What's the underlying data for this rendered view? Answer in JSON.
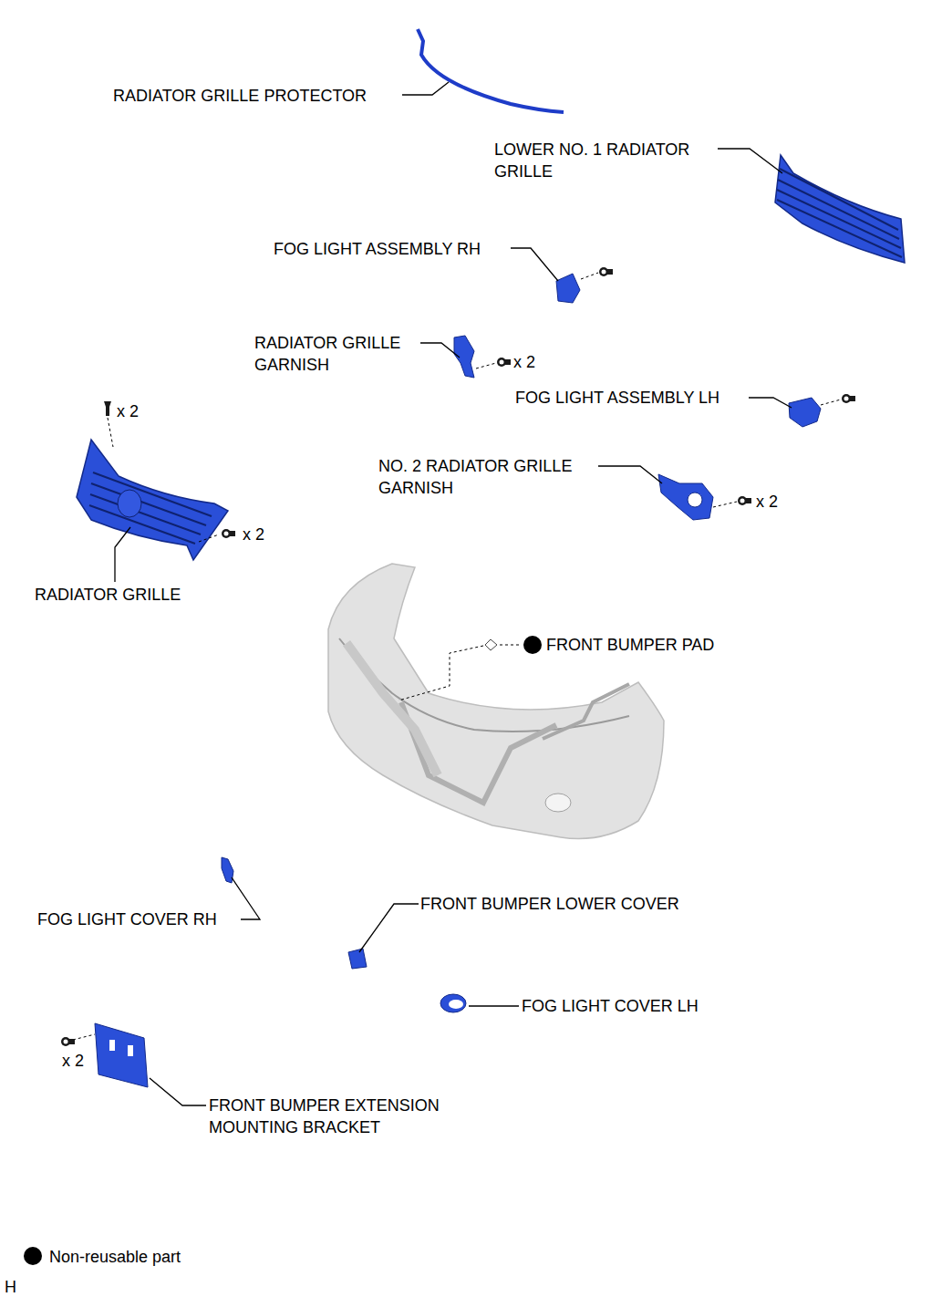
{
  "diagram": {
    "labels": [
      "RADIATOR GRILLE PROTECTOR",
      "LOWER NO. 1 RADIATOR GRILLE",
      "FOG LIGHT ASSEMBLY RH",
      "RADIATOR GRILLE GARNISH",
      "x 2",
      "FOG LIGHT ASSEMBLY LH",
      "x 2",
      "NO. 2 RADIATOR GRILLE GARNISH",
      "x 2",
      "x 2",
      "RADIATOR GRILLE",
      "FRONT BUMPER PAD",
      "FOG LIGHT COVER RH",
      "FRONT BUMPER LOWER COVER",
      "FOG LIGHT COVER LH",
      "x 2",
      "FRONT BUMPER EXTENSION MOUNTING BRACKET",
      "H"
    ],
    "legend": [
      {
        "text": "Non-reusable part",
        "color": "#000000"
      }
    ]
  }
}
